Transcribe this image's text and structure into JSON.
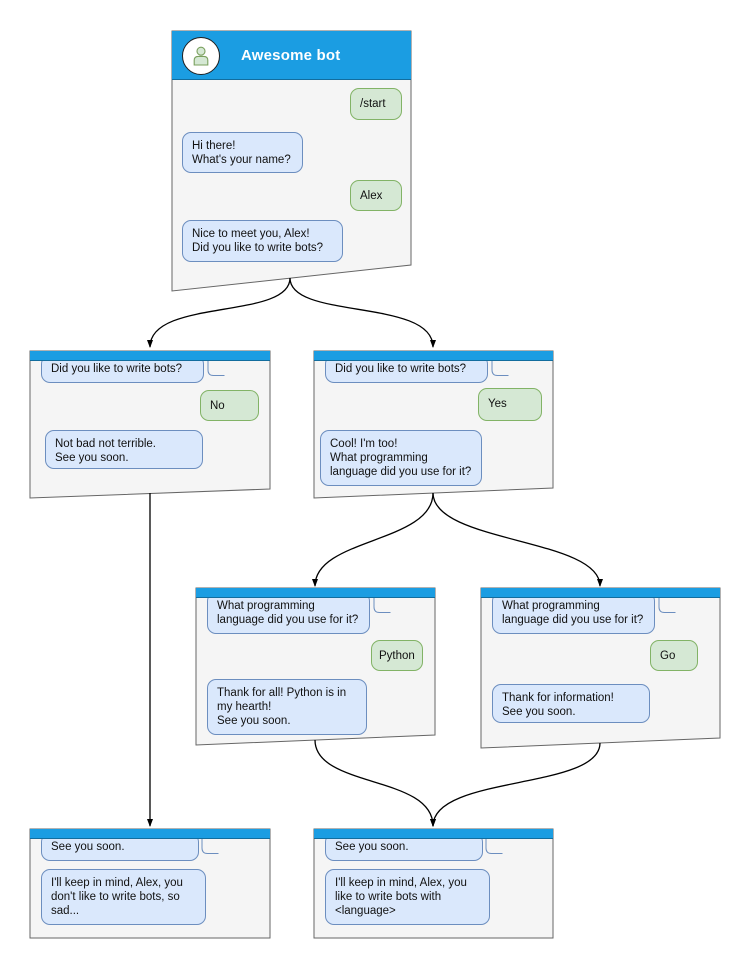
{
  "colors": {
    "accent_blue": "#1b9de2",
    "panel_fill": "#f5f5f5",
    "panel_border": "#666666",
    "bot_bubble_fill": "#dae8fc",
    "bot_bubble_border": "#6c8ebf",
    "user_bubble_fill": "#d5e8d4",
    "user_bubble_border": "#82b366",
    "connector": "#000000"
  },
  "icons": {
    "bot_avatar": "person-icon"
  },
  "root_window": {
    "title": "Awesome bot",
    "messages": [
      {
        "from": "user",
        "lines": [
          "/start"
        ]
      },
      {
        "from": "bot",
        "lines": [
          "Hi there!",
          "What's your name?"
        ]
      },
      {
        "from": "user",
        "lines": [
          "Alex"
        ]
      },
      {
        "from": "bot",
        "lines": [
          "Nice to meet you, Alex!",
          "Did you like to write bots?"
        ]
      }
    ]
  },
  "branch_no": {
    "messages": [
      {
        "from": "bot",
        "lines": [
          "Did you like to write bots?"
        ]
      },
      {
        "from": "user",
        "lines": [
          "No"
        ]
      },
      {
        "from": "bot",
        "lines": [
          "Not bad not terrible.",
          "See you soon."
        ]
      }
    ]
  },
  "branch_yes": {
    "messages": [
      {
        "from": "bot",
        "lines": [
          "Did you like to write bots?"
        ]
      },
      {
        "from": "user",
        "lines": [
          "Yes"
        ]
      },
      {
        "from": "bot",
        "lines": [
          "Cool! I'm too!",
          "What programming",
          "language did you use for it?"
        ]
      }
    ]
  },
  "branch_python": {
    "messages": [
      {
        "from": "bot",
        "lines": [
          "What programming",
          "language did you use for it?"
        ]
      },
      {
        "from": "user",
        "lines": [
          "Python"
        ]
      },
      {
        "from": "bot",
        "lines": [
          "Thank for all! Python is in",
          "my hearth!",
          "See you soon."
        ]
      }
    ]
  },
  "branch_go": {
    "messages": [
      {
        "from": "bot",
        "lines": [
          "What programming",
          "language did you use for it?"
        ]
      },
      {
        "from": "user",
        "lines": [
          "Go"
        ]
      },
      {
        "from": "bot",
        "lines": [
          "Thank for information!",
          "See you soon."
        ]
      }
    ]
  },
  "end_no": {
    "messages": [
      {
        "from": "bot",
        "lines": [
          "See you soon."
        ]
      },
      {
        "from": "bot",
        "lines": [
          "I'll keep in mind, Alex, you",
          "don't like to write bots, so",
          "sad..."
        ]
      }
    ]
  },
  "end_yes": {
    "messages": [
      {
        "from": "bot",
        "lines": [
          "See you soon."
        ]
      },
      {
        "from": "bot",
        "lines": [
          "I'll keep in mind, Alex, you",
          "like to write bots with",
          "<language>"
        ]
      }
    ]
  }
}
